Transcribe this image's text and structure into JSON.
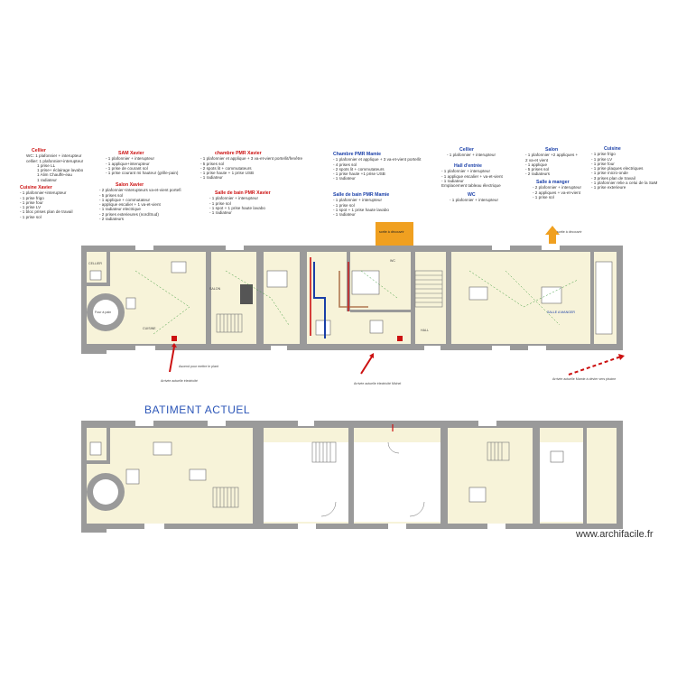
{
  "notes": {
    "cellier": {
      "title": "Cellier",
      "lines": [
        "WC: 1 plafonnier + interupteur",
        "cellier: 1 plafonnier+interupteur",
        "1 prise LL",
        "1 prise+ éclairage lavabo",
        "1 Alim Chauffe-eau",
        "1 radiateur"
      ]
    },
    "cuisine_xavier": {
      "title": "Cuisine Xavier",
      "lines": [
        "- 1 plafonnier+interupteur",
        "- 1 prise frigo",
        "- 1 prise four",
        "- 1 prise LV",
        "- 1 bloc prises plan de travail",
        "- 1 prise sol"
      ]
    },
    "sam_xavier": {
      "title": "SAM Xavier",
      "lines": [
        "- 1 plafonnier + interupteur",
        "- 1 applique+interupteur",
        "- 1 prise de courant sol",
        "- 1 prise courant mi hauteur (grille-pain)"
      ]
    },
    "salon_xavier": {
      "title": "Salon Xavier",
      "lines": [
        "- 2 plafonnier+interupteurs va-et-vient portefi",
        "- 5 prises sol",
        "- 1 applique + commutateur",
        "- applique escalier + 1 va-et-vient",
        "- 1 radiateur electrique",
        "- 2 prises exterieures (nord/Sud)",
        "- 2 radiateurs"
      ]
    },
    "chambre_pmr_xavier": {
      "title": "chambre PMR Xavier",
      "lines": [
        "- 1 plafonnier et applique + 3 va-et-vient porte/lit/fenêtre",
        "- 5 prises sol",
        "- 2 spots lit + commutateurs",
        "- 1 prise haute + 1 prise USB",
        "- 1 radiateur"
      ]
    },
    "sdb_pmr_xavier": {
      "title": "Salle de bain PMR Xavier",
      "lines": [
        "- 1 plafonnier + interupteur",
        "- 1 prise sol",
        "- 1 spot + 1 prise haute lavabo",
        "- 1 radiateur"
      ]
    },
    "chambre_pmr_mamie": {
      "title": "Chambre PMR Mamie",
      "lines": [
        "- 1 plafonnier et applique + 3 va-et-vient porte/lit",
        "- 4 prises sol",
        "- 2 spots lit + commutateurs",
        "- 1 prise haute +1 prise USB",
        "- 1 radiateur"
      ]
    },
    "sdb_pmr_mamie": {
      "title": "Salle de bain PMR Mamie",
      "lines": [
        "- 1 plafonnier + interupteur",
        "- 1 prise sol",
        "- 1 spot + 1 prise haute lavabo",
        "- 1 radiateur"
      ]
    },
    "cellier2": {
      "title": "Cellier",
      "lines": [
        "- 1 plafonnier + interupteur"
      ]
    },
    "hall": {
      "title": "Hall d'entrée",
      "lines": [
        "- 1 plafonnier + interupteur",
        "- 1 applique escalier + va-et-vient",
        "- 1 radiateur",
        "Emplacement tableau électrique"
      ]
    },
    "wc": {
      "title": "WC",
      "lines": [
        "- 1 plafonnier + interupteur"
      ]
    },
    "salon": {
      "title": "Salon",
      "lines": [
        "- 1 plafonnier +2 appliques +",
        "2 va-et vient",
        "- 1 applique",
        "- 5 prises sol",
        "- 2 radiateurs"
      ]
    },
    "sam": {
      "title": "Salle à manger",
      "lines": [
        "- 2 plafonnier + interupteur",
        "- 2 appliques + va-et-vient",
        "- 1 prise sol"
      ]
    },
    "cuisine": {
      "title": "Cuisine",
      "lines": [
        "- 1 prise frigo",
        "- 1 prise LV",
        "- 1 prise four",
        "- 1 prise plaques electriques",
        "- 1 prise micro-onde",
        "- 3 prises plan de travail",
        "- 1 plafonnier relie a celui de la SaM",
        "- 1 prise exterieure"
      ]
    }
  },
  "plan_labels": {
    "orange_box": "sortie à découvrir",
    "arrow_box": "sortie à découvrir",
    "salon_label": "SALON",
    "cellier_label": "CELLIER",
    "cuisine_label": "CUISINE",
    "hall_label": "HALL",
    "wc_label": "WC",
    "sam_label": "SALLE A MANGER",
    "arrivee_elec": "Arrivée actuelle électricité",
    "arrivee_michel": "Arrivée actuelle électricité Michel",
    "arrivee_mamie": "Arrivée actuelle Mamie à dévier vers piscine",
    "pied_plan": "Ascend pour mettre le plant",
    "batiment_actuel": "BATIMENT ACTUEL",
    "watermark": "www.archifacile.fr",
    "accord": "Four à pain"
  },
  "colors": {
    "wall": "#9a9a9a",
    "floor": "#f7f3d9",
    "red": "#cc1111",
    "blue": "#1a3fa8",
    "orange": "#f0a020",
    "brown": "#b07850"
  }
}
